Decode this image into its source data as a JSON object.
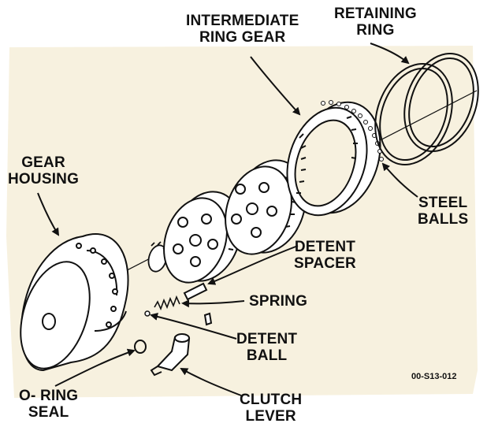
{
  "labels": {
    "intermediate_ring_gear": [
      "INTERMEDIATE",
      "RING GEAR"
    ],
    "retaining_ring": [
      "RETAINING",
      "RING"
    ],
    "gear_housing": [
      "GEAR",
      "HOUSING"
    ],
    "steel_balls": [
      "STEEL",
      "BALLS"
    ],
    "detent_spacer": [
      "DETENT",
      "SPACER"
    ],
    "spring": [
      "SPRING"
    ],
    "detent_ball": [
      "DETENT",
      "BALL"
    ],
    "o_ring_seal": [
      "O- RING",
      "SEAL"
    ],
    "clutch_lever": [
      "CLUTCH",
      "LEVER"
    ]
  },
  "figure_code": "00-S13-012",
  "colors": {
    "ink": "#111111",
    "backdrop": "#f7f1df",
    "paper": "#ffffff"
  }
}
